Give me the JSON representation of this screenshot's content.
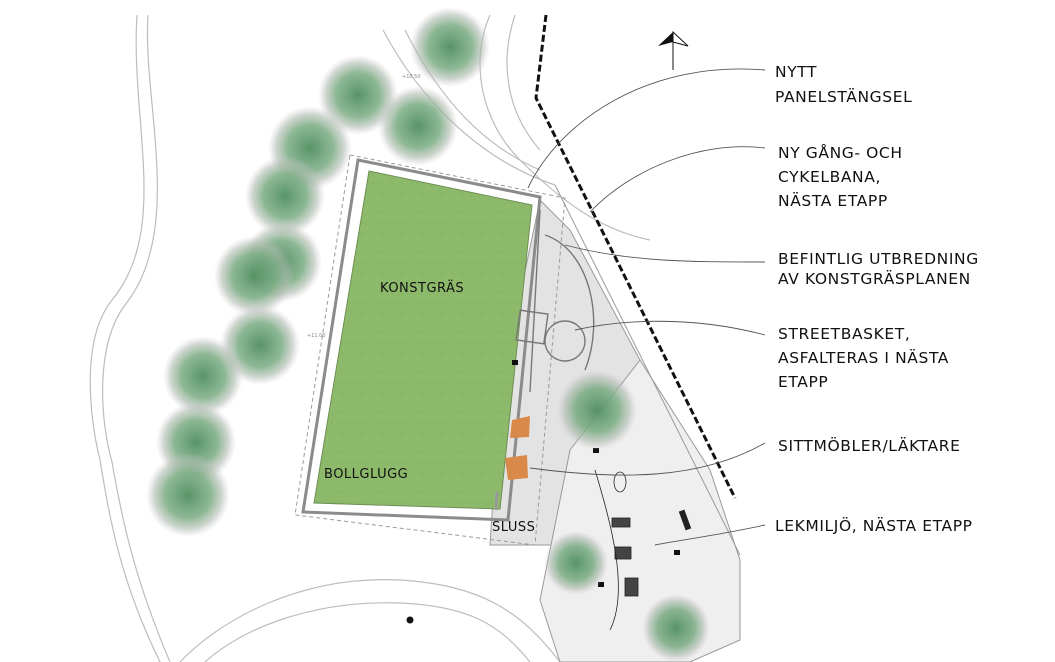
{
  "map": {
    "area_labels": {
      "artificial_turf": "KONSTGRÄS",
      "ball_pocket": "BOLLGLUGG",
      "airlock": "SLUSS"
    },
    "small_text": {
      "elevation_a": "+11.00",
      "elevation_b": "+10.50"
    }
  },
  "legend": {
    "callouts": [
      {
        "id": "fence",
        "lines": [
          "NYTT",
          "PANELSTÄNGSEL"
        ]
      },
      {
        "id": "path",
        "lines": [
          "NY GÅNG- OCH",
          "CYKELBANA,",
          "NÄSTA ETAPP"
        ]
      },
      {
        "id": "extent",
        "lines": [
          "BEFINTLIG UTBREDNING",
          "AV KONSTGRÄSPLANEN"
        ]
      },
      {
        "id": "basket",
        "lines": [
          "STREETBASKET,",
          "ASFALTERAS I NÄSTA",
          "ETAPP"
        ]
      },
      {
        "id": "seating",
        "lines": [
          "SITTMÖBLER/LÄKTARE"
        ]
      },
      {
        "id": "playground",
        "lines": [
          "LEKMILJÖ, NÄSTA ETAPP"
        ]
      }
    ]
  },
  "colors": {
    "turf": "#8db96a",
    "tree_canopy": "#c8c2c8",
    "tree_core": "#5e9a6a",
    "paving": "#e3e3e3",
    "seating": "#d98a4a"
  },
  "icons": {
    "north_arrow": "north-arrow-icon"
  }
}
